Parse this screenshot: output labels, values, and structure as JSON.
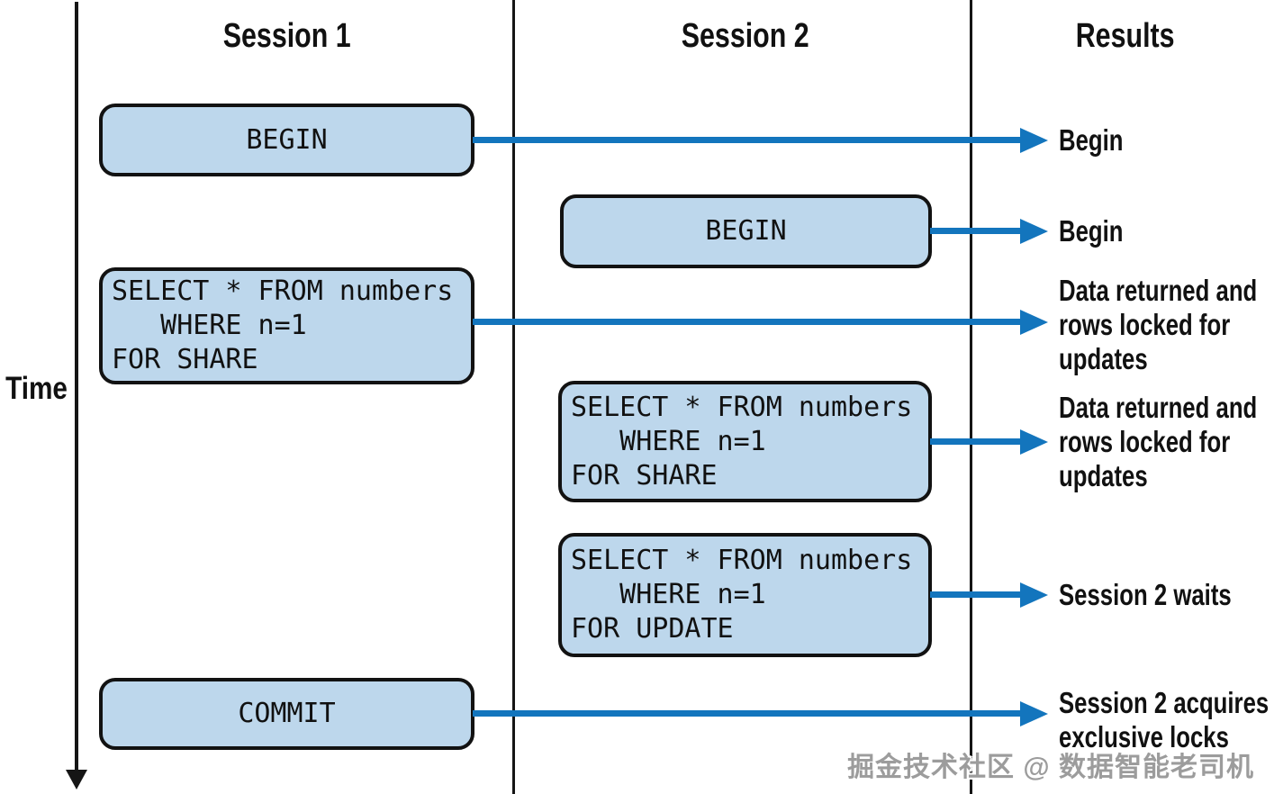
{
  "columns": [
    "Session 1",
    "Session 2",
    "Results"
  ],
  "time_axis": {
    "label": "Time"
  },
  "colors": {
    "box_fill": "#bdd7ec",
    "box_border": "#121212",
    "arrow_blue": "#1375bd",
    "axis_black": "#151515",
    "watermark_gray": "#9c9c9c"
  },
  "boxes": [
    {
      "session": 1,
      "lines": [
        "BEGIN"
      ]
    },
    {
      "session": 2,
      "lines": [
        "BEGIN"
      ]
    },
    {
      "session": 1,
      "lines": [
        "SELECT * FROM numbers",
        "   WHERE n=1",
        "FOR SHARE"
      ]
    },
    {
      "session": 2,
      "lines": [
        "SELECT * FROM numbers",
        "   WHERE n=1",
        "FOR SHARE"
      ]
    },
    {
      "session": 2,
      "lines": [
        "SELECT * FROM numbers",
        "   WHERE n=1",
        "FOR UPDATE"
      ]
    },
    {
      "session": 1,
      "lines": [
        "COMMIT"
      ]
    }
  ],
  "results": [
    {
      "lines": [
        "Begin"
      ]
    },
    {
      "lines": [
        "Begin"
      ]
    },
    {
      "lines": [
        "Data returned and",
        "rows locked for",
        "updates"
      ]
    },
    {
      "lines": [
        "Data returned and",
        "rows locked for",
        "updates"
      ]
    },
    {
      "lines": [
        "Session 2 waits"
      ]
    },
    {
      "lines": [
        "Session 2 acquires",
        "exclusive locks"
      ]
    }
  ],
  "watermark": "掘金技术社区 @ 数据智能老司机"
}
